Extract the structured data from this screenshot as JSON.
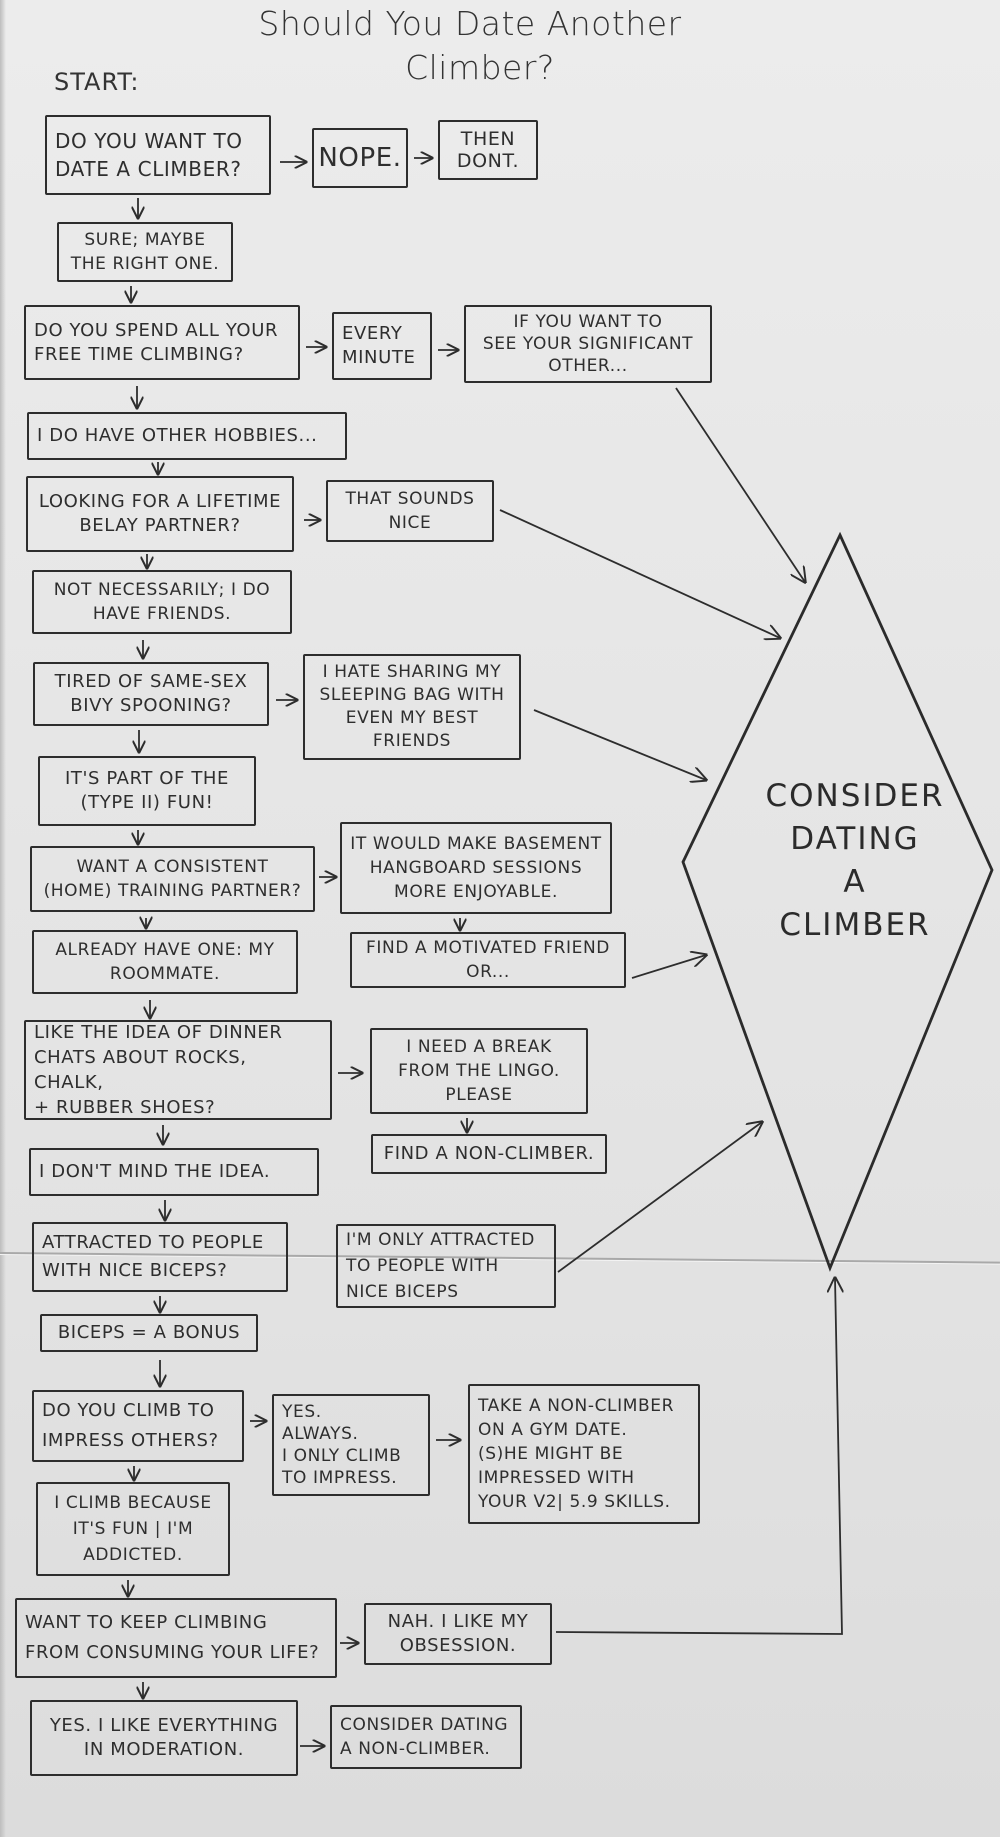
{
  "title": {
    "line1": "Should You Date Another",
    "line2": "Climber?"
  },
  "start_label": "START:",
  "nodes": {
    "q_date_climber": "DO YOU WANT TO\nDATE A CLIMBER?",
    "nope": "NOPE.",
    "then_dont": "THEN\nDONT.",
    "sure_maybe": "SURE; MAYBE\nTHE RIGHT ONE.",
    "q_free_time": "DO YOU SPEND ALL YOUR\nFREE TIME CLIMBING?",
    "every_minute": "EVERY\nMINUTE",
    "if_you_want": "IF YOU WANT TO\nSEE YOUR SIGNIFICANT\nOTHER...",
    "other_hobbies": "I DO HAVE OTHER HOBBIES...",
    "q_belay": "LOOKING FOR A LIFETIME\nBELAY PARTNER?",
    "sounds_nice": "THAT SOUNDS\nNICE",
    "not_necessarily": "NOT NECESSARILY; I DO\nHAVE FRIENDS.",
    "q_bivy": "TIRED OF SAME-SEX\nBIVY SPOONING?",
    "hate_sharing": "I HATE SHARING MY\nSLEEPING BAG WITH\nEVEN MY BEST\nFRIENDS",
    "type_two_fun": "IT'S PART OF THE\n(TYPE II) FUN!",
    "q_training": "WANT A CONSISTENT\n(HOME) TRAINING PARTNER?",
    "hangboard": "IT WOULD MAKE BASEMENT\nHANGBOARD SESSIONS\nMORE ENJOYABLE.",
    "roommate": "ALREADY HAVE ONE: MY\nROOMMATE.",
    "motivated_friend": "FIND A MOTIVATED FRIEND\nOR...",
    "q_dinner": "LIKE THE IDEA OF DINNER\nCHATS ABOUT ROCKS, CHALK,\n+ RUBBER SHOES?",
    "need_break": "I NEED A BREAK\nFROM THE LINGO.\nPLEASE",
    "dont_mind": "I DON'T MIND THE IDEA.",
    "find_non_climber": "FIND A NON-CLIMBER.",
    "q_biceps": "ATTRACTED TO PEOPLE\nWITH NICE BICEPS?",
    "only_biceps": "I'M ONLY ATTRACTED\nTO PEOPLE WITH\nNICE BICEPS",
    "biceps_bonus": "BICEPS = A BONUS",
    "q_impress": "DO YOU CLIMB TO\nIMPRESS OTHERS?",
    "yes_always": "YES.\nALWAYS.\nI ONLY CLIMB\nTO IMPRESS.",
    "gym_date": "TAKE A NON-CLIMBER\nON A GYM DATE.\n(S)HE MIGHT BE\nIMPRESSED WITH\nYOUR V2| 5.9 SKILLS.",
    "climb_fun": "I CLIMB BECAUSE\nIT'S FUN | I'M\nADDICTED.",
    "q_consuming": "WANT TO KEEP CLIMBING\nFROM CONSUMING YOUR LIFE?",
    "nah_obsession": "NAH. I LIKE MY\nOBSESSION.",
    "moderation": "YES. I LIKE EVERYTHING\nIN MODERATION.",
    "consider_non_climber": "CONSIDER DATING\nA NON-CLIMBER."
  },
  "diamond": {
    "label": "CONSIDER\nDATING\nA\nCLIMBER"
  },
  "colors": {
    "paper": "#e6e6e6",
    "ink": "#2d2d2d"
  }
}
